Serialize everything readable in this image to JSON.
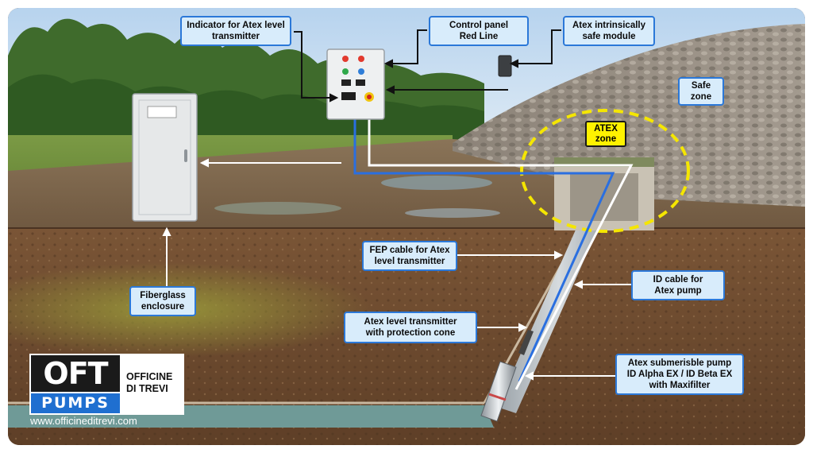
{
  "labels": {
    "indicator": [
      "Indicator for Atex level",
      "transmitter"
    ],
    "control_panel": [
      "Control panel",
      "Red Line"
    ],
    "atex_module": [
      "Atex intrinsically",
      "safe module"
    ],
    "safe_zone": [
      "Safe",
      "zone"
    ],
    "atex_zone": [
      "ATEX",
      "zone"
    ],
    "fep_cable": [
      "FEP cable for Atex",
      "level transmitter"
    ],
    "id_cable": [
      "ID cable for",
      "Atex pump"
    ],
    "level_transmitter": [
      "Atex level transmitter",
      "with protection cone"
    ],
    "pump": [
      "Atex submerisble pump",
      "ID Alpha EX / ID Beta EX",
      "with Maxifilter"
    ],
    "fiberglass": [
      "Fiberglass",
      "enclosure"
    ]
  },
  "logo": {
    "line1": "OFT",
    "line2": "PUMPS",
    "name": [
      "OFFICINE",
      "DI TREVI"
    ]
  },
  "website": "www.officineditrevi.com",
  "colors": {
    "label_fill": "#d8ecfb",
    "label_border": "#2b78d8",
    "atex_zone_fill": "#fff200",
    "atex_zone_ring": "#f5e600",
    "cable_blue": "#2a6fe0",
    "cable_white": "#ffffff",
    "brand_blue": "#1f6fd0"
  }
}
